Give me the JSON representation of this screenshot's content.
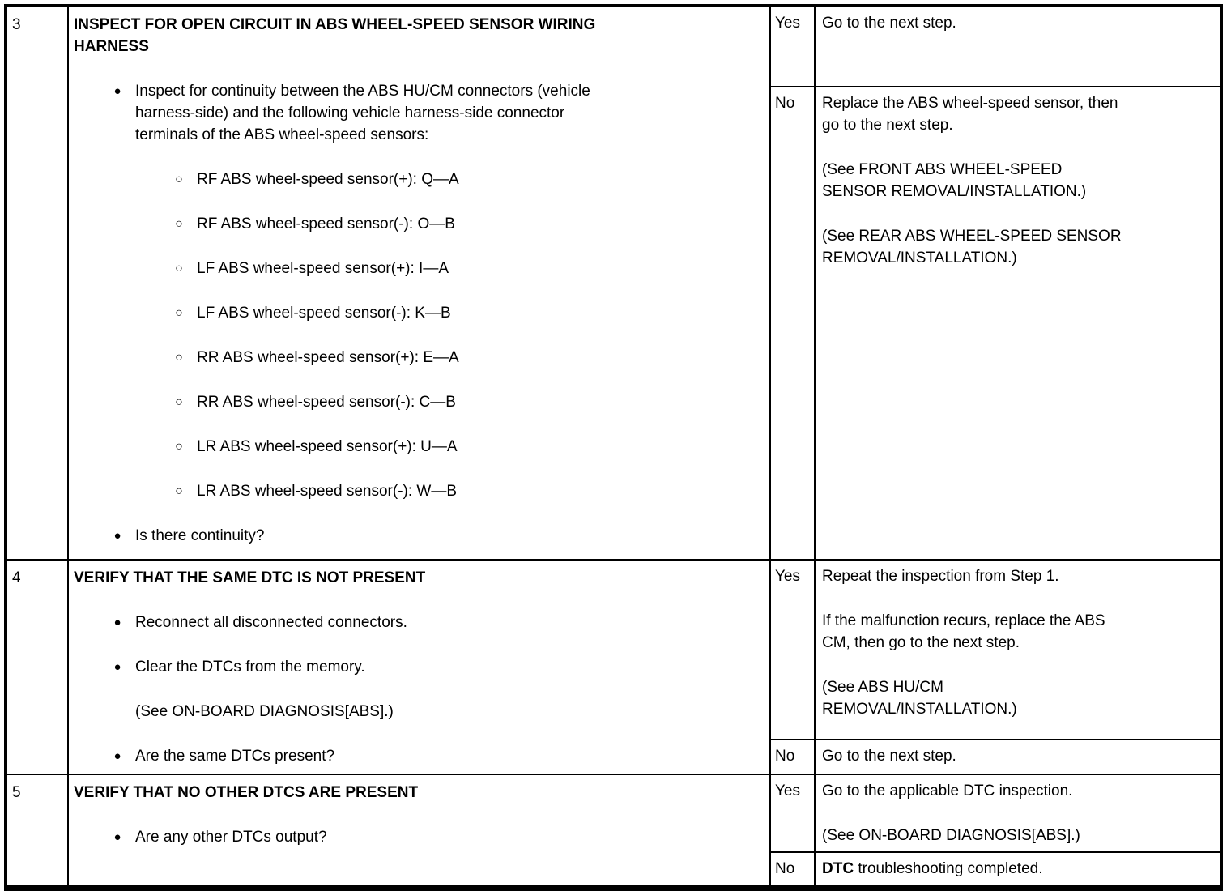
{
  "colors": {
    "border": "#000000",
    "background": "#ffffff",
    "text": "#000000"
  },
  "icons": {
    "bullet": "●",
    "sub_bullet": "○"
  },
  "steps": [
    {
      "step": "3",
      "title": "INSPECT FOR OPEN CIRCUIT IN ABS WHEEL-SPEED SENSOR WIRING\nHARNESS",
      "items": [
        {
          "marker": "disc",
          "text": "Inspect for continuity between the ABS HU/CM connectors (vehicle\nharness-side) and the following vehicle harness-side connector\nterminals of the ABS wheel-speed sensors:"
        },
        {
          "marker": "circle",
          "text": "RF ABS wheel-speed sensor(+): Q—A"
        },
        {
          "marker": "circle",
          "text": "RF ABS wheel-speed sensor(-): O—B"
        },
        {
          "marker": "circle",
          "text": "LF ABS wheel-speed sensor(+): I—A"
        },
        {
          "marker": "circle",
          "text": "LF ABS wheel-speed sensor(-): K—B"
        },
        {
          "marker": "circle",
          "text": "RR ABS wheel-speed sensor(+): E—A"
        },
        {
          "marker": "circle",
          "text": "RR ABS wheel-speed sensor(-): C—B"
        },
        {
          "marker": "circle",
          "text": "LR ABS wheel-speed sensor(+): U—A"
        },
        {
          "marker": "circle",
          "text": "LR ABS wheel-speed sensor(-): W—B"
        },
        {
          "marker": "disc",
          "text": "Is there continuity?"
        }
      ],
      "results": [
        {
          "label": "Yes",
          "paragraphs": [
            "Go to the next step."
          ]
        },
        {
          "label": "No",
          "paragraphs": [
            "Replace the ABS wheel-speed sensor, then\ngo to the next step.",
            "(See FRONT ABS WHEEL-SPEED\nSENSOR REMOVAL/INSTALLATION.)",
            "(See REAR ABS WHEEL-SPEED SENSOR\nREMOVAL/INSTALLATION.)"
          ]
        }
      ]
    },
    {
      "step": "4",
      "title": "VERIFY THAT THE SAME DTC IS NOT PRESENT",
      "items": [
        {
          "marker": "disc",
          "text": "Reconnect all disconnected connectors."
        },
        {
          "marker": "disc",
          "text": "Clear the DTCs from the memory."
        },
        {
          "marker": "note",
          "text": "(See ON-BOARD DIAGNOSIS[ABS].)"
        },
        {
          "marker": "disc",
          "text": "Are the same DTCs present?"
        }
      ],
      "results": [
        {
          "label": "Yes",
          "paragraphs": [
            "Repeat the inspection from Step 1.",
            "If the malfunction recurs, replace the ABS\nCM, then go to the next step.",
            "(See ABS HU/CM\nREMOVAL/INSTALLATION.)"
          ]
        },
        {
          "label": "No",
          "paragraphs": [
            "Go to the next step."
          ]
        }
      ]
    },
    {
      "step": "5",
      "title": "VERIFY THAT NO OTHER DTCS ARE PRESENT",
      "items": [
        {
          "marker": "disc",
          "text": "Are any other DTCs output?"
        }
      ],
      "results": [
        {
          "label": "Yes",
          "paragraphs": [
            "Go to the applicable DTC inspection.",
            "(See ON-BOARD DIAGNOSIS[ABS].)"
          ]
        },
        {
          "label": "No",
          "bold": "DTC",
          "rest": " troubleshooting completed."
        }
      ]
    }
  ]
}
